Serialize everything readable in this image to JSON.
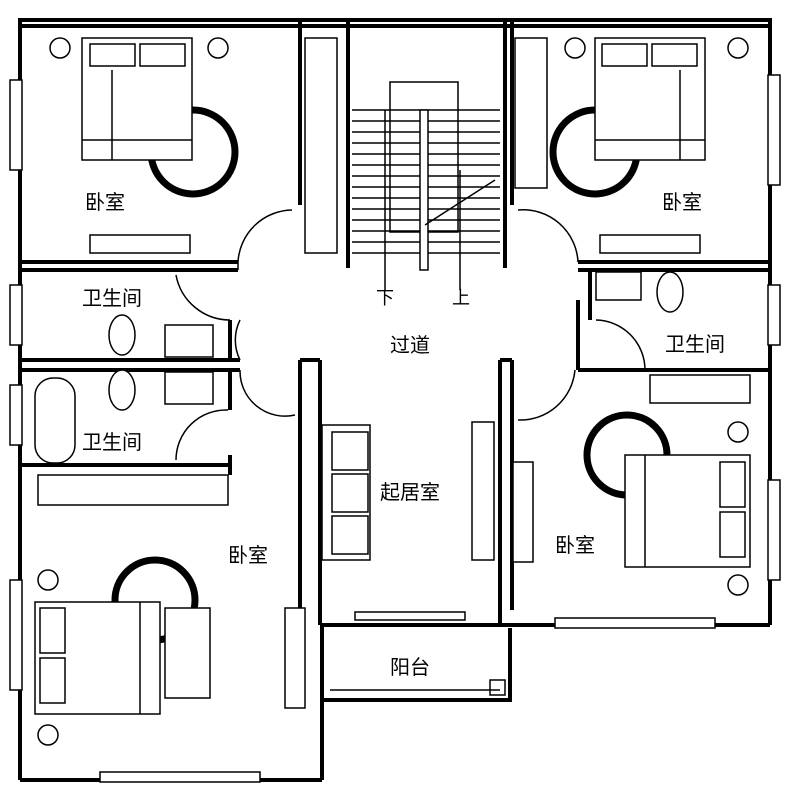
{
  "plan": {
    "rooms": {
      "bedroom_top_left": "卧室",
      "bedroom_top_right": "卧室",
      "bedroom_bottom_left": "卧室",
      "bedroom_bottom_right": "卧室",
      "bath_left_upper": "卫生间",
      "bath_left_lower": "卫生间",
      "bath_right": "卫生间",
      "corridor": "过道",
      "living_room": "起居室",
      "balcony": "阳台"
    },
    "stairs": {
      "down": "下",
      "up": "上"
    }
  }
}
